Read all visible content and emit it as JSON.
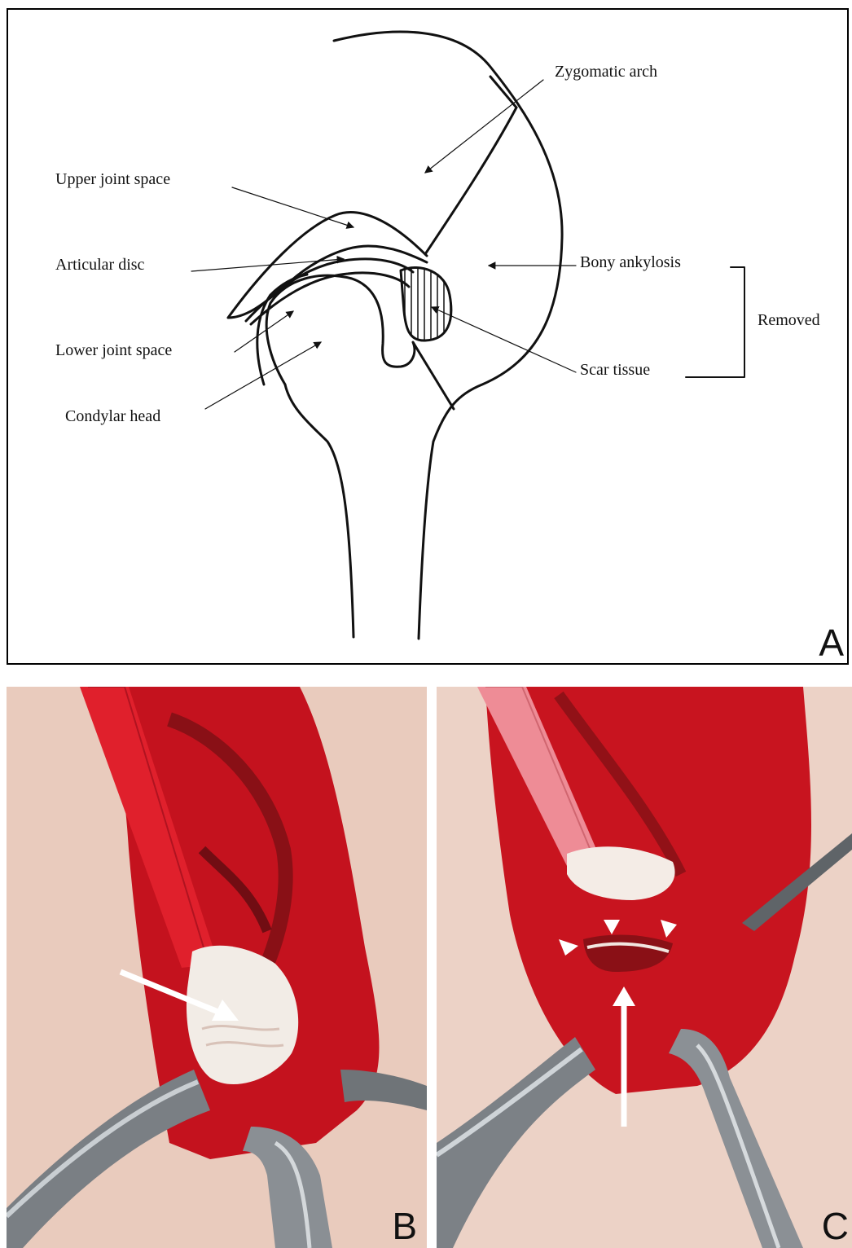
{
  "panels": {
    "a": {
      "letter": "A",
      "labels": {
        "zygomatic_arch": "Zygomatic arch",
        "upper_joint_space": "Upper joint space",
        "articular_disc": "Articular  disc",
        "bony_ankylosis": "Bony ankylosis",
        "removed": "Removed",
        "lower_joint_space": "Lower joint space",
        "scar_tissue": "Scar tissue",
        "condylar_head": "Condylar head"
      }
    },
    "b": {
      "letter": "B"
    },
    "c": {
      "letter": "C"
    }
  }
}
